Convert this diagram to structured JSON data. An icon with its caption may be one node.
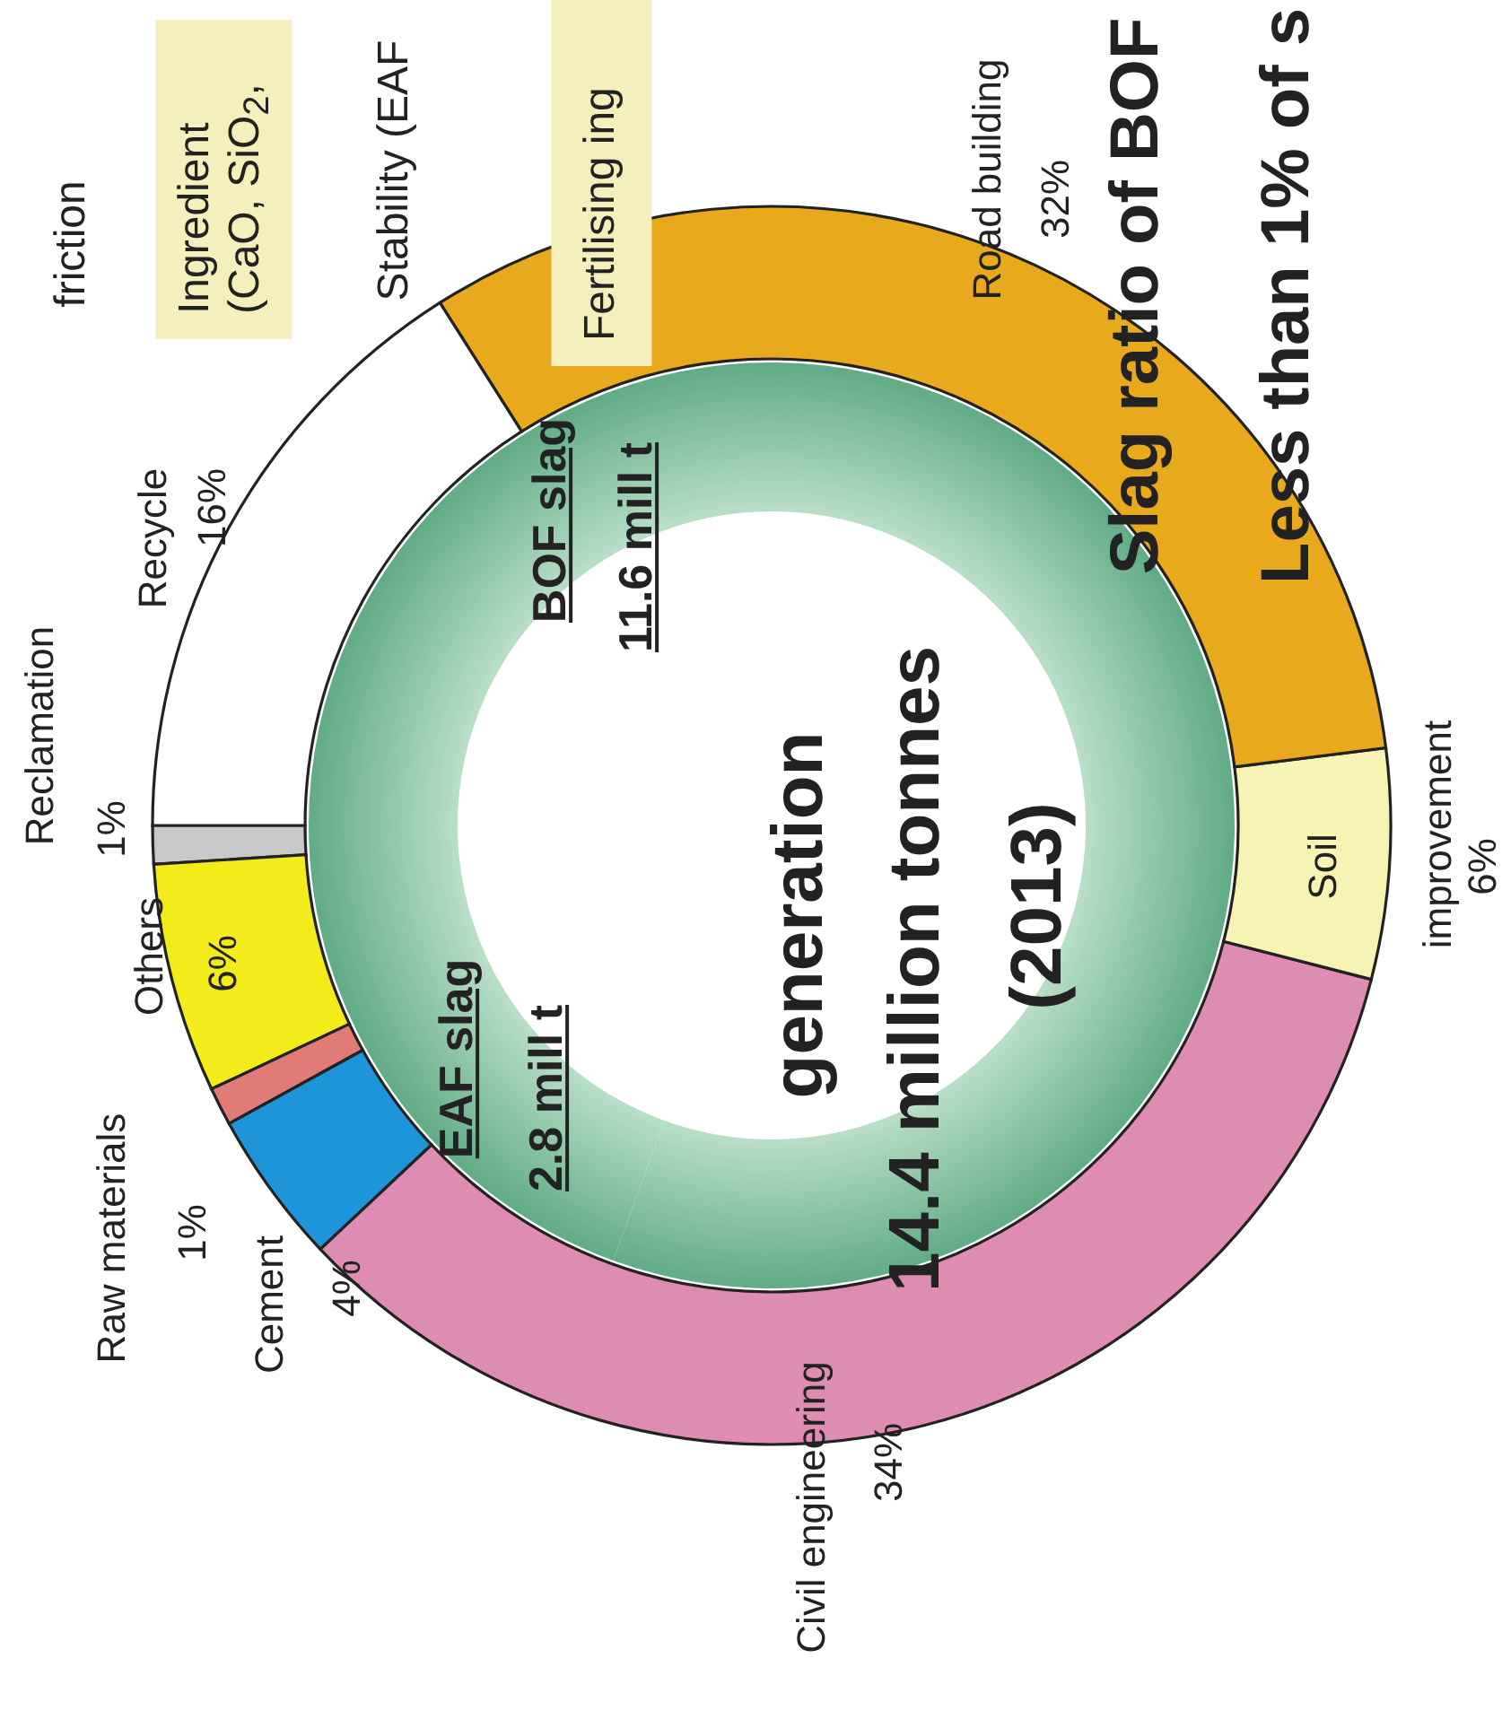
{
  "diagram": {
    "labels": [
      "friction",
      "Ingredient (CaO, SiO$_{2}$,",
      "Stability (EAF",
      "Fertilising ing",
      "BOF slag",
      "11.6 mill t",
      "EAF slag",
      "2.8 mill t",
      "generation",
      "14.4 million tonnes",
      "(2013)",
      "Slag ratio of BOF",
      "Less than 1% of s"
    ],
    "chart_data": {
      "type": "donut",
      "categories": [
        "Reclamation",
        "Others",
        "Raw materials",
        "Cement",
        "Civil engineering",
        "Soil improvement",
        "Road building",
        "Recycle"
      ],
      "series": [
        {
          "colors": [
            "#c8c8c8",
            "#f2ec1a",
            "#e07b78",
            "#1e95d8",
            "#de8cb2",
            "#f7f3b5",
            "#e8a91c",
            "#ffffff"
          ],
          "values": [
            1,
            6,
            1,
            4,
            34,
            6,
            32,
            16
          ]
        }
      ],
      "value_labels": [
        "1%",
        "6%",
        "1%",
        "4%",
        "34%",
        "6%",
        "32%",
        "16%"
      ]
    }
  }
}
